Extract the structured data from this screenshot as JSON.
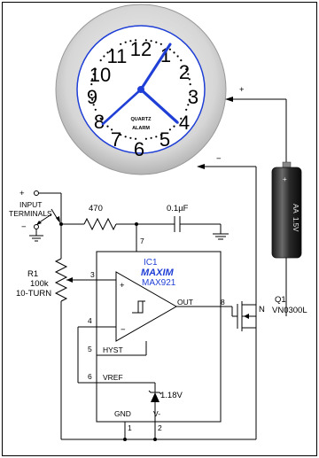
{
  "clock": {
    "numerals": [
      "12",
      "1",
      "2",
      "3",
      "4",
      "5",
      "6",
      "7",
      "8",
      "9",
      "10",
      "11"
    ],
    "brand": "QUARTZ",
    "alarm": "ALARM",
    "hands_color": "#1f3fd6"
  },
  "battery": {
    "voltage": "1.5V",
    "size": "AA"
  },
  "polarity": {
    "plus": "+",
    "minus": "−"
  },
  "input": {
    "title_line1": "INPUT",
    "title_line2": "TERMINALS",
    "plus": "+",
    "minus": "−"
  },
  "r1": {
    "ref": "R1",
    "value": "100k",
    "type": "10-TURN"
  },
  "r470": {
    "value": "470"
  },
  "cap": {
    "value": "0.1µF"
  },
  "ic": {
    "ref": "IC1",
    "brand": "MAXIM",
    "part": "MAX921"
  },
  "pins": {
    "p7": "7",
    "p3": "3",
    "p4": "4",
    "p5": "5",
    "p6": "6",
    "p8": "8",
    "p1": "1",
    "p2": "2"
  },
  "ic_labels": {
    "out": "OUT",
    "hyst": "HYST",
    "vref": "VREF",
    "gnd": "GND",
    "vminus": "V-",
    "plus": "+",
    "minus": "−"
  },
  "zener": {
    "value": "1.18V"
  },
  "q1": {
    "ref": "Q1",
    "part": "VN0300L",
    "n": "N"
  }
}
